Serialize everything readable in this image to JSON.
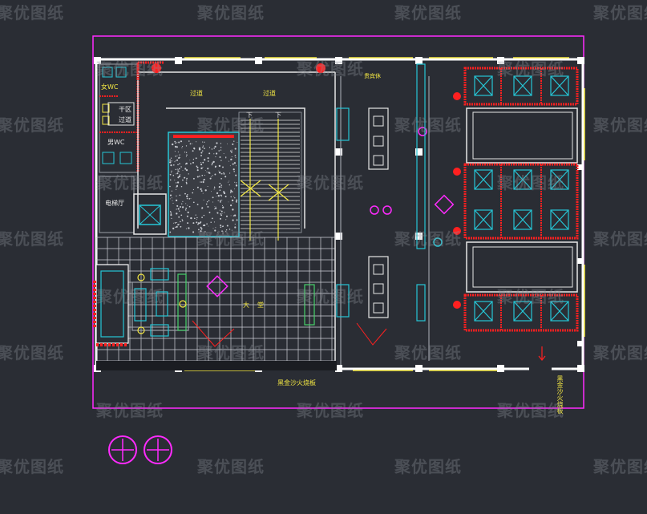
{
  "watermark": {
    "text": "聚优图纸"
  },
  "labels": {
    "restroom_female": "女WC",
    "dry_area": "干区",
    "passage_small": "过道",
    "restroom_male": "男WC",
    "elevator_hall": "电梯厅",
    "corridor_left": "过道",
    "corridor_right": "过道",
    "stair_down_left": "下",
    "stair_down_right": "下",
    "lobby": "大堂",
    "guest_rest": "贵宾休",
    "floor_finish": "黑金沙火烧板",
    "side_text": "黑金沙火烧板"
  },
  "colors": {
    "background": "#2a2d34",
    "wall": "#ffffff",
    "yellow": "#f4e843",
    "red": "#ff2020",
    "magenta": "#ff2bff",
    "cyan": "#26c6d6",
    "green": "#47d16b",
    "grey": "#9a9ea6"
  }
}
